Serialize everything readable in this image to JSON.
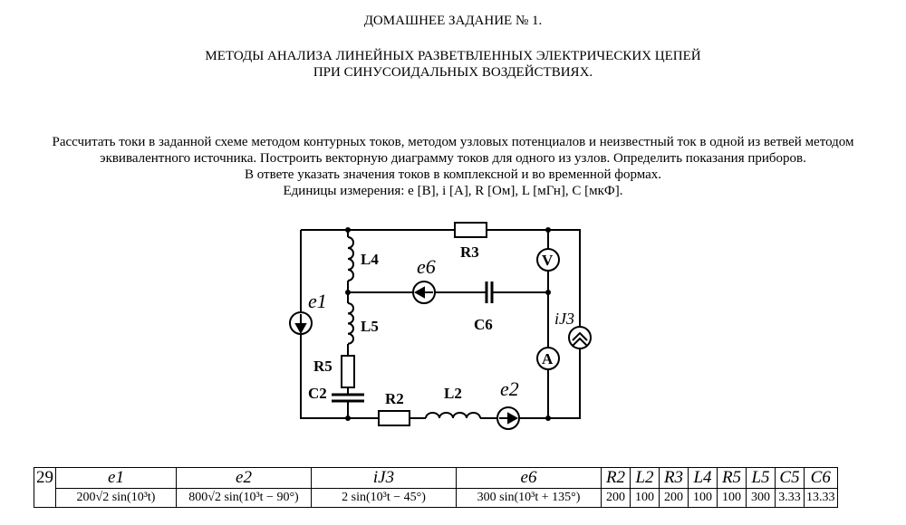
{
  "header": {
    "title": "ДОМАШНЕЕ ЗАДАНИЕ  № 1.",
    "subtitle_1": "МЕТОДЫ АНАЛИЗА ЛИНЕЙНЫХ РАЗВЕТВЛЕННЫХ ЭЛЕКТРИЧЕСКИХ ЦЕПЕЙ",
    "subtitle_2": "ПРИ СИНУСОИДАЛЬНЫХ ВОЗДЕЙСТВИЯХ."
  },
  "task": {
    "line_1": "Рассчитать токи  в заданной схеме методом контурных токов, методом узловых потенциалов и неизвестный ток в одной из ветвей методом",
    "line_2": "эквивалентного источника. Построить векторную диаграмму токов для одного из узлов. Определить показания приборов.",
    "line_3": "В ответе указать значения токов в комплексной и во временной формах.",
    "line_4": "Единицы измерения: e [В], i [А], R [Ом], L [мГн], C [мкФ]."
  },
  "circuit": {
    "labels": {
      "L4": "L4",
      "e6": "e6",
      "R3": "R3",
      "V": "V",
      "e1": "e1",
      "L5": "L5",
      "C6": "C6",
      "iJ3": "iJ3",
      "A": "A",
      "R5": "R5",
      "C2": "C2",
      "R2": "R2",
      "L2": "L2",
      "e2": "e2"
    }
  },
  "table": {
    "variant": "29",
    "headers": [
      "e1",
      "e2",
      "iJ3",
      "e6",
      "R2",
      "L2",
      "R3",
      "L4",
      "R5",
      "L5",
      "C5",
      "C6"
    ],
    "values": [
      "200√2 sin(10³t)",
      "800√2 sin(10³t − 90°)",
      "2 sin(10³t − 45°)",
      "300 sin(10³t + 135°)",
      "200",
      "100",
      "200",
      "100",
      "100",
      "300",
      "3.33",
      "13.33"
    ]
  }
}
